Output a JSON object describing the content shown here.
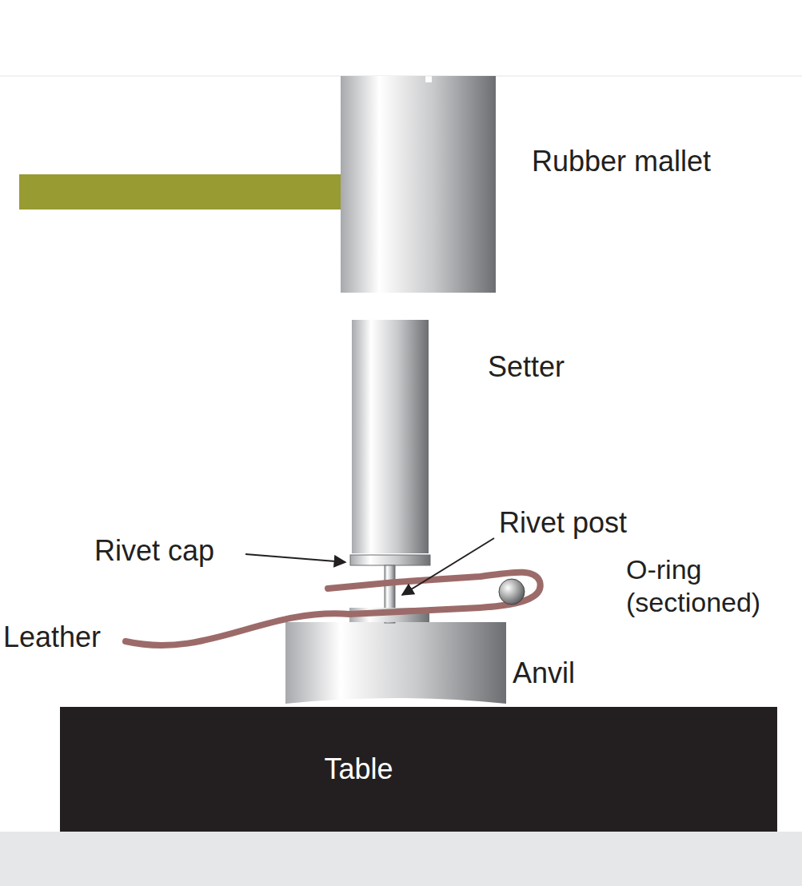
{
  "diagram": {
    "nodes": [
      {
        "text": [
          "Table"
        ]
      }
    ],
    "labels": [
      "Rubber mallet",
      "Setter",
      "Rivet cap",
      "Rivet post",
      "O-ring (sectioned)",
      "Leather",
      "Anvil"
    ]
  }
}
